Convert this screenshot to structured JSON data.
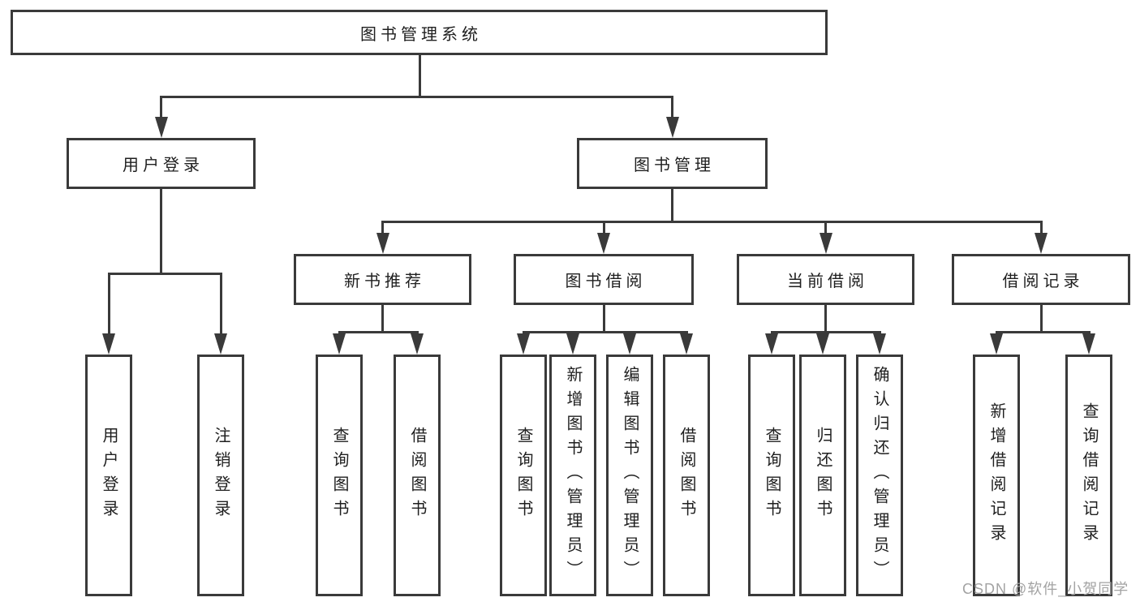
{
  "colors": {
    "line": "#3a3a3a",
    "text": "#1f1f1f",
    "watermark": "#a3a3a3",
    "background": "#ffffff"
  },
  "diagram": {
    "root": {
      "label": "图书管理系统"
    },
    "branches": [
      {
        "label": "用户登录",
        "children": [
          {
            "label": "用户登录"
          },
          {
            "label": "注销登录"
          }
        ]
      },
      {
        "label": "图书管理",
        "children": [
          {
            "label": "新书推荐",
            "children": [
              {
                "label": "查询图书"
              },
              {
                "label": "借阅图书"
              }
            ]
          },
          {
            "label": "图书借阅",
            "children": [
              {
                "label": "查询图书"
              },
              {
                "label": "新增图书（管理员）"
              },
              {
                "label": "编辑图书（管理员）"
              },
              {
                "label": "借阅图书"
              }
            ]
          },
          {
            "label": "当前借阅",
            "children": [
              {
                "label": "查询图书"
              },
              {
                "label": "归还图书"
              },
              {
                "label": "确认归还（管理员）"
              }
            ]
          },
          {
            "label": "借阅记录",
            "children": [
              {
                "label": "新增借阅记录"
              },
              {
                "label": "查询借阅记录"
              }
            ]
          }
        ]
      }
    ]
  },
  "watermark": {
    "text": "CSDN @软件_小贺同学"
  }
}
